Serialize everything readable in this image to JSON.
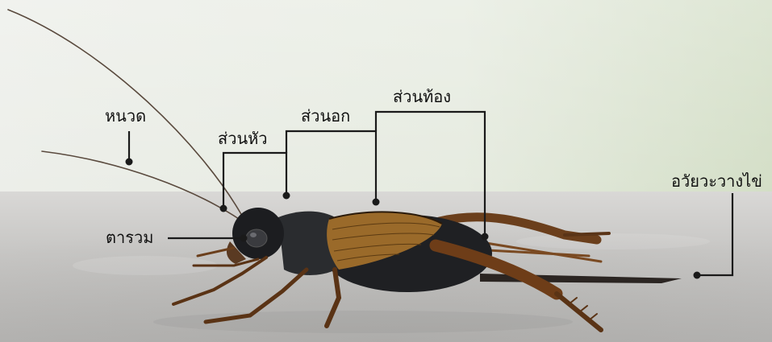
{
  "labels": {
    "antenna": "หนวด",
    "head": "ส่วนหัว",
    "thorax": "ส่วนอก",
    "abdomen": "ส่วนท้อง",
    "compound_eye": "ตารวม",
    "ovipositor": "อวัยวะวางไข่"
  },
  "colors": {
    "background_top": "#eef0ec",
    "background_right": "#dce6d2",
    "surface": "#c9c8c6",
    "callout_line": "#1a1a1a",
    "body_dark": "#222326",
    "wing": "#9a6a2a",
    "leg": "#6b3f1c"
  }
}
